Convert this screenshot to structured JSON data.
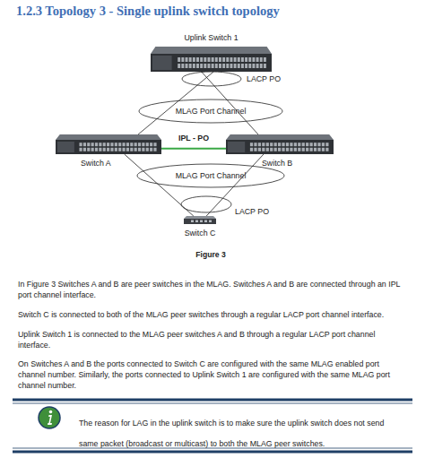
{
  "diagram": {
    "title": "1.2.3 Topology 3 - Single uplink switch topology",
    "caption": "Figure 3",
    "nodes": [
      {
        "text": [
          "Uplink Switch 1"
        ]
      },
      {
        "text": [
          "Switch A"
        ]
      },
      {
        "text": [
          "Switch B"
        ]
      },
      {
        "text": [
          "Switch C"
        ]
      }
    ],
    "edges": [
      {
        "from": 0,
        "to": 1,
        "arrow": "none"
      },
      {
        "from": 0,
        "to": 2,
        "arrow": "none"
      },
      {
        "from": 1,
        "to": 2,
        "arrow": "none",
        "label": "IPL - PO"
      },
      {
        "from": 1,
        "to": 3,
        "arrow": "none"
      },
      {
        "from": 2,
        "to": 3,
        "arrow": "none"
      }
    ],
    "labels": [
      "LACP PO",
      "MLAG Port Channel",
      "MLAG Port Channel",
      "LACP PO",
      "In Figure 3 Switches A and B are peer switches in the MLAG. Switches A and B are connected through an IPL port channel interface.",
      "Switch C is connected to both of the MLAG peer switches through a regular LACP port channel interface.",
      "Uplink Switch 1 is connected to the MLAG peer switches A and B through a regular LACP port channel interface.",
      "On Switches A and B the ports connected to Switch C are configured with the same MLAG enabled port channel number. Similarly, the ports connected to Uplink Switch 1 are configured with the same MLAG port channel number.",
      "The reason for LAG in the uplink switch is to make sure the uplink switch does not send same packet (broadcast or multicast) to both the MLAG peer switches."
    ]
  }
}
